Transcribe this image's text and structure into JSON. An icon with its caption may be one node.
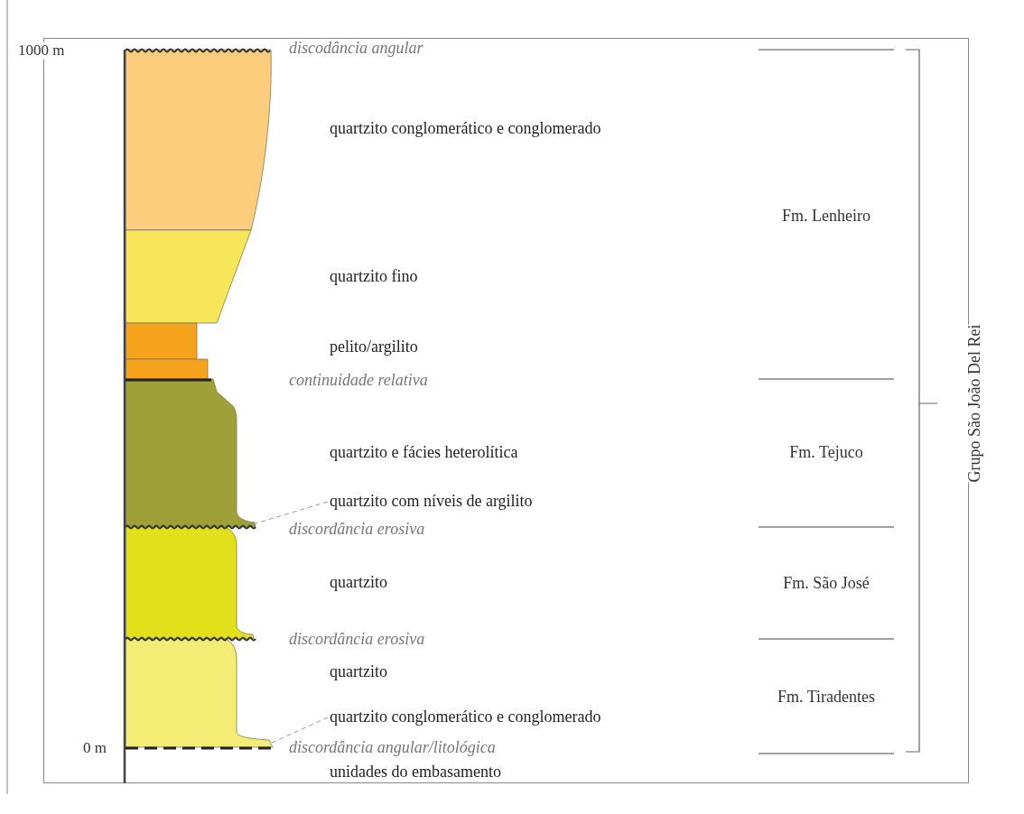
{
  "diagram": {
    "nodes": [
      {
        "text": [],
        "shape": "box"
      },
      {
        "text": [],
        "shape": "box"
      },
      {
        "text": [],
        "shape": "box"
      },
      {
        "text": [],
        "shape": "box"
      },
      {
        "text": [],
        "shape": "box"
      },
      {
        "text": [
          "quartzito com níveis de argilito"
        ]
      },
      {
        "text": [],
        "shape": "box"
      },
      {
        "text": [],
        "shape": "box"
      },
      {
        "text": [
          "quartzito conglomerático e conglomerado"
        ]
      }
    ],
    "edges": [
      {
        "from": 5,
        "to": 4,
        "arrow": "none",
        "style": "dashed"
      },
      {
        "from": 8,
        "to": 7,
        "arrow": "none",
        "style": "dashed"
      }
    ],
    "labels": [
      "1000 m",
      "discodância angular",
      "quartzito conglomerático e conglomerado",
      "Fm. Lenheiro",
      "quartzito fino",
      "pelito/argilito",
      "continuidade relativa",
      "quartzito e fácies heterolítica",
      "Fm. Tejuco",
      "discordância erosiva",
      "quartzito",
      "Fm. São José",
      "discordância erosiva",
      "quartzito",
      "Fm. Tiradentes",
      "0 m",
      "discordância angular/litológica",
      "unidades do embasamento",
      "Grupo São João Del Rei"
    ]
  }
}
